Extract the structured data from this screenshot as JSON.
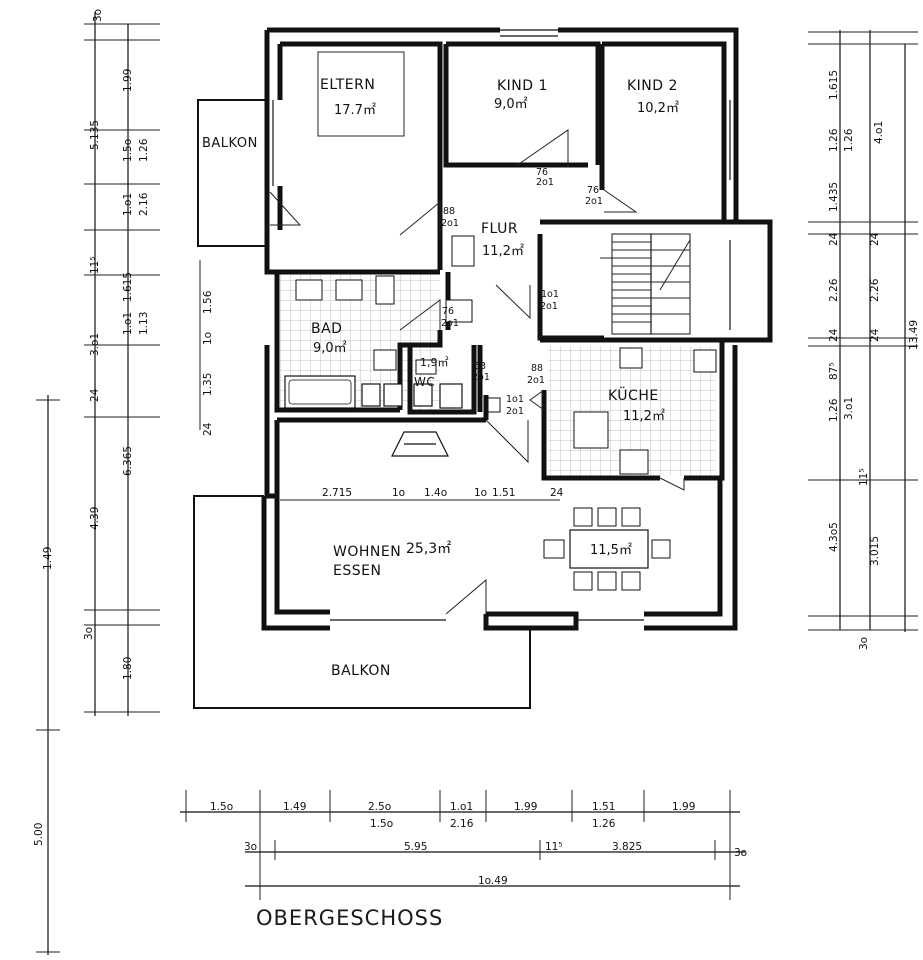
{
  "title": "OBERGESCHOSS",
  "rooms": {
    "eltern": {
      "name": "ELTERN",
      "area": "17.7㎡"
    },
    "kind1": {
      "name": "KIND 1",
      "area": "9,0㎡"
    },
    "kind2": {
      "name": "KIND 2",
      "area": "10,2㎡"
    },
    "balkon_top": {
      "name": "BALKON"
    },
    "flur": {
      "name": "FLUR",
      "area": "11,2㎡"
    },
    "bad": {
      "name": "BAD",
      "area": "9,0㎡"
    },
    "wc": {
      "name": "WC",
      "area": "1,9㎡"
    },
    "kueche": {
      "name": "KÜCHE",
      "area": "11,2㎡"
    },
    "wohnen": {
      "name1": "WOHNEN",
      "name2": "ESSEN",
      "area": "25,3㎡"
    },
    "essen_area": "11,5㎡",
    "balkon_bottom": {
      "name": "BALKON"
    }
  },
  "door_labels": {
    "eltern": [
      "88",
      "2o1"
    ],
    "kind1": [
      "76",
      "2o1"
    ],
    "kind2": [
      "76",
      "2o1"
    ],
    "bad": [
      "76",
      "2o1"
    ],
    "wc": [
      "63",
      "2o1"
    ],
    "kueche": [
      "88",
      "2o1"
    ],
    "stair": [
      "1o1",
      "2o1"
    ],
    "wohnen": [
      "1o1",
      "2o1"
    ]
  },
  "dims_left_outer": [
    "3o",
    "1.99",
    "1.5o",
    "1.o1",
    "11⁵",
    "1.615",
    "1.o1",
    "1.35",
    "24",
    "4.39",
    "3o",
    "1.80"
  ],
  "dims_left_inner": [
    "5.135",
    "1.26",
    "2.16",
    "3.o1",
    "6.365",
    "1o",
    "1.56",
    "1.13",
    "24"
  ],
  "dims_far_left": [
    "1.49",
    "5.00"
  ],
  "dims_right_outer": [
    "1.615",
    "1.26",
    "1.435",
    "24",
    "2.26",
    "24",
    "87⁵",
    "1.26",
    "4.3o5",
    "3o"
  ],
  "dims_right_inner": [
    "4.o1",
    "1.26",
    "24",
    "2.26",
    "24",
    "3.o1",
    "11⁵",
    "3.015",
    "13.49"
  ],
  "dims_living": [
    "2.715",
    "1o",
    "1.4o",
    "1o",
    "1.51",
    "24"
  ],
  "dims_bottom_row1": [
    "1.5o",
    "1.49",
    "2.5o",
    "1.o1",
    "1.99",
    "1.51",
    "1.99"
  ],
  "dims_bottom_row1b": [
    "1.5o",
    "2.16",
    "1.26"
  ],
  "dims_bottom_row2": [
    "3o",
    "5.95",
    "11⁵",
    "3.825",
    "3o"
  ],
  "dims_bottom_row3": [
    "1o.49"
  ]
}
